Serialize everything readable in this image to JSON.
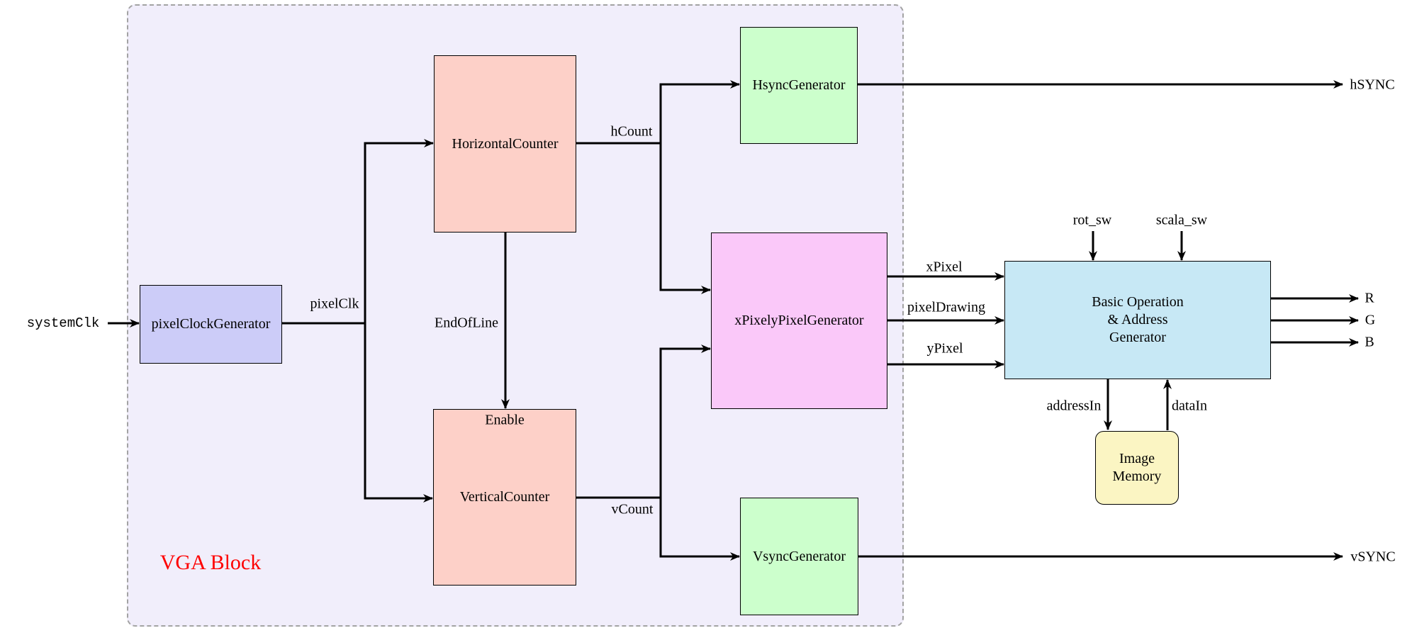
{
  "diagram": {
    "title": "VGA Block",
    "blocks": {
      "pixel_clock_generator": {
        "label": "pixelClockGenerator",
        "fill": "#ccccf8"
      },
      "horizontal_counter": {
        "label": "HorizontalCounter",
        "fill": "#fdd0c8"
      },
      "vertical_counter": {
        "label": "VerticalCounter",
        "fill": "#fdd0c8",
        "input_port": "Enable"
      },
      "hsync_generator": {
        "label": "HsyncGenerator",
        "fill": "#ccffcc"
      },
      "vsync_generator": {
        "label": "VsyncGenerator",
        "fill": "#ccffcc"
      },
      "xpixel_ypixel_generator": {
        "label": "xPixelyPixelGenerator",
        "fill": "#fac8f9"
      },
      "basic_operation_address_generator": {
        "line1": "Basic Operation",
        "line2": "& Address",
        "line3": "Generator",
        "fill": "#c7e8f5"
      },
      "image_memory": {
        "line1": "Image",
        "line2": "Memory",
        "fill": "#fbf5c3"
      }
    },
    "signals": {
      "system_clk": "systemClk",
      "pixel_clk": "pixelClk",
      "h_count": "hCount",
      "v_count": "vCount",
      "end_of_line": "EndOfLine",
      "x_pixel": "xPixel",
      "pixel_drawing": "pixelDrawing",
      "y_pixel": "yPixel",
      "rot_sw": "rot_sw",
      "scala_sw": "scala_sw",
      "address_in": "addressIn",
      "data_in": "dataIn",
      "h_sync": "hSYNC",
      "v_sync": "vSYNC",
      "red": "R",
      "green": "G",
      "blue": "B"
    },
    "colors": {
      "page_background": "#ffffff",
      "vga_region_fill": "#f1eefb",
      "vga_region_border": "#a3a3a3",
      "title_text": "#fe0000",
      "wire": "#000000",
      "label_text": "#000000"
    }
  }
}
